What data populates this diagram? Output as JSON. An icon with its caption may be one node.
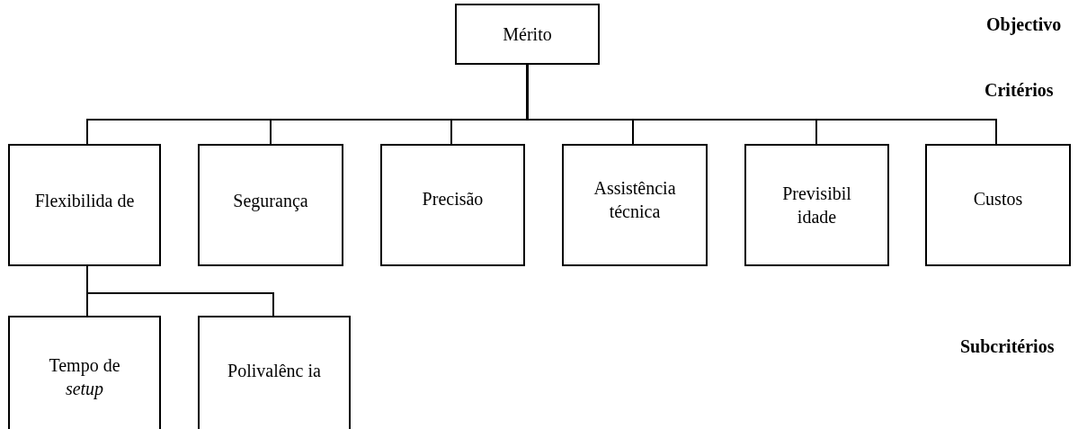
{
  "diagram": {
    "nodes": [
      {
        "text": [
          "Mérito"
        ]
      },
      {
        "text": [
          "Flexibilida de"
        ]
      },
      {
        "text": [
          "Segurança"
        ]
      },
      {
        "text": [
          "Precisão"
        ]
      },
      {
        "text": [
          "Assistência técnica"
        ]
      },
      {
        "text": [
          "Previsibil idade"
        ]
      },
      {
        "text": [
          "Custos"
        ]
      },
      {
        "text": [
          "Tempo de *setup*"
        ]
      },
      {
        "text": [
          "Polivalênc ia"
        ]
      }
    ],
    "edges": [
      {
        "from": 0,
        "to": 1,
        "arrow": "none"
      },
      {
        "from": 0,
        "to": 2,
        "arrow": "none"
      },
      {
        "from": 0,
        "to": 3,
        "arrow": "none"
      },
      {
        "from": 0,
        "to": 4,
        "arrow": "none"
      },
      {
        "from": 0,
        "to": 5,
        "arrow": "none"
      },
      {
        "from": 0,
        "to": 6,
        "arrow": "none"
      },
      {
        "from": 1,
        "to": 7,
        "arrow": "none"
      },
      {
        "from": 1,
        "to": 8,
        "arrow": "none"
      }
    ],
    "labels": [
      "Objectivo",
      "Critérios",
      "Subcritérios"
    ]
  }
}
